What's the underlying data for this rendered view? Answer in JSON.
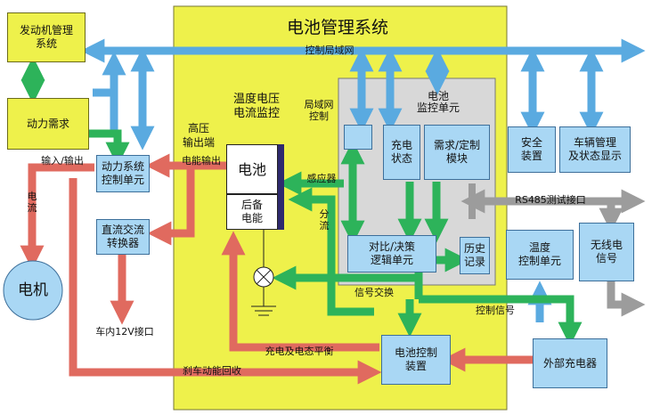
{
  "title": "电池管理系统",
  "boxes": {
    "engine_mgmt": "发动机管理\n系统",
    "power_demand": "动力需求",
    "power_ctrl": "动力系统\n控制单元",
    "dcac": "直流交流\n转换器",
    "motor": "电机",
    "battery": "电池",
    "backup": "后备\n电能",
    "lan_ctrl": "局域网\n控制",
    "monitor_unit": "电池\n监控单元",
    "charge_state": "充电\n状态",
    "demand_module": "需求/定制\n模块",
    "logic_unit": "对比/决策\n逻辑单元",
    "history": "历史\n记录",
    "safety": "安全\n装置",
    "vehicle_display": "车辆管理\n及状态显示",
    "temp_ctrl": "温度\n控制单元",
    "wireless": "无线电\n信号",
    "battery_ctrl": "电池控制\n装置",
    "ext_charger": "外部充电器"
  },
  "labels": {
    "lan": "控制局域网",
    "temp_volt": "温度电压\n电流监控",
    "hv_out": "高压\n输出端",
    "energy_out": "电能输出",
    "io": "输入/输出",
    "current": "电\n流",
    "sensor": "感应器",
    "shunt": "分\n流",
    "rs485": "RS485测试接口",
    "signal_exchange": "信号交换",
    "ctrl_signal": "控制信号",
    "in_car_12v": "车内12V接口",
    "charge_balance": "充电及电态平衡",
    "regen": "刹车动能回收"
  },
  "colors": {
    "yellow_panel": "#eef14b",
    "blue_box": "#a9d7f4",
    "gray_panel": "#d8d8d8",
    "blue_arrow": "#5aaae0",
    "green_arrow": "#2db35a",
    "red_arrow": "#e06a5f",
    "gray_arrow": "#9c9c9c"
  }
}
